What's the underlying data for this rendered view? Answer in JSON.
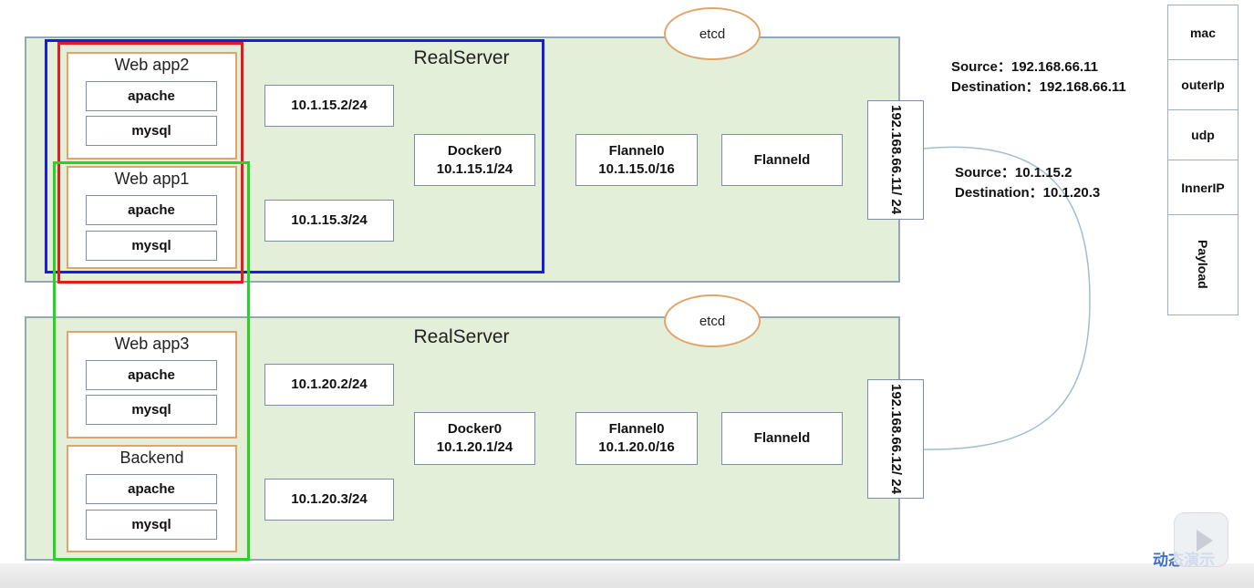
{
  "servers": [
    {
      "title": "RealServer",
      "apps": [
        {
          "title": "Web app2",
          "services": [
            "apache",
            "mysql"
          ]
        },
        {
          "title": "Web app1",
          "services": [
            "apache",
            "mysql"
          ]
        }
      ],
      "container_ips": [
        "10.1.15.2/24",
        "10.1.15.3/24"
      ],
      "docker0": {
        "name": "Docker0",
        "ip": "10.1.15.1/24"
      },
      "flannel0": {
        "name": "Flannel0",
        "ip": "10.1.15.0/16"
      },
      "flanneld": "Flanneld",
      "etcd": "etcd",
      "host_ip": "192.168.66.11/ 24"
    },
    {
      "title": "RealServer",
      "apps": [
        {
          "title": "Web app3",
          "services": [
            "apache",
            "mysql"
          ]
        },
        {
          "title": "Backend",
          "services": [
            "apache",
            "mysql"
          ]
        }
      ],
      "container_ips": [
        "10.1.20.2/24",
        "10.1.20.3/24"
      ],
      "docker0": {
        "name": "Docker0",
        "ip": "10.1.20.1/24"
      },
      "flannel0": {
        "name": "Flannel0",
        "ip": "10.1.20.0/16"
      },
      "flanneld": "Flanneld",
      "etcd": "etcd",
      "host_ip": "192.168.66.12/ 24"
    }
  ],
  "outer_header": {
    "source": "Source：192.168.66.11",
    "destination": "Destination：192.168.66.11"
  },
  "inner_header": {
    "source": "Source：10.1.15.2",
    "destination": "Destination：10.1.20.3"
  },
  "packet_fields": [
    "mac",
    "outerIp",
    "udp",
    "InnerIP",
    "Payload"
  ],
  "watermark": "动态演示",
  "colors": {
    "server_bg": "#e3efd9",
    "app_border": "#e0a46a",
    "highlight_blue": "#1a1ae6",
    "highlight_red": "#e61a1a",
    "highlight_green": "#22d622",
    "connector": "#9fbfcf"
  }
}
